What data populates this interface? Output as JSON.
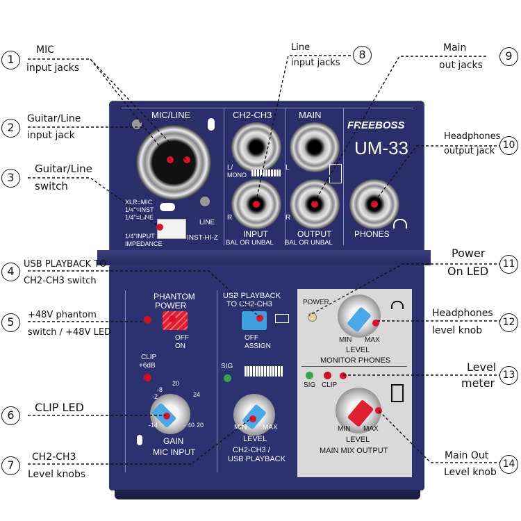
{
  "brand": "FREEBOSS",
  "model": "UM-33",
  "panel": {
    "mic_line": "MIC/LINE",
    "ch23": "CH2-CH3",
    "main": "MAIN",
    "xlr_mic": "XLR=MIC",
    "inst": "1/4\"=INST",
    "line_lbl": "1/4\"=LINE",
    "impedance": "1/4\"INPUT",
    "impedance2": "IMPEDANCE",
    "line": "LINE",
    "inst_hiz": "INST-HI-Z",
    "l_mono": "L/",
    "mono": "MONO",
    "l": "L",
    "r": "R",
    "input": "INPUT",
    "input_sub": "BAL OR UNBAL",
    "output": "OUTPUT",
    "output_sub": "BAL OR UNBAL",
    "phones": "PHONES",
    "phantom": "PHANTOM",
    "power_lbl": "POWER",
    "off": "OFF",
    "on": "ON",
    "usb_pb": "USB PLAYBACK",
    "to_ch23": "TO CH2-CH3",
    "assign": "ASSIGN",
    "clip": "CLIP",
    "plus6": "+6dB",
    "sig": "SIG",
    "gain": "GAIN",
    "mic_input": "MIC INPUT",
    "level": "LEVEL",
    "min": "MIN",
    "max": "MAX",
    "ch23_usb": "CH2-CH3 /",
    "usb_playback": "USB PLAYBACK",
    "power": "POWER",
    "monitor_phones": "MONITOR PHONES",
    "clip2": "CLIP",
    "main_mix": "MAIN MIX OUTPUT",
    "g_n14": "-14",
    "g_n8": "-8",
    "g_n2": "-2",
    "g_20": "20",
    "g_24": "24",
    "g_40": "40",
    "g_20b": "20"
  },
  "callouts": [
    {
      "n": "1",
      "l1": "MIC",
      "l2": "input jacks"
    },
    {
      "n": "2",
      "l1": "Guitar/Line",
      "l2": "input jack"
    },
    {
      "n": "3",
      "l1": "Guitar/Line",
      "l2": "switch"
    },
    {
      "n": "4",
      "l1": "USB PLAYBACK TO",
      "l2": "CH2-CH3 switch"
    },
    {
      "n": "5",
      "l1": "+48V phantom",
      "l2": "switch / +48V LED"
    },
    {
      "n": "6",
      "l1": "CLIP LED",
      "l2": ""
    },
    {
      "n": "7",
      "l1": "CH2-CH3",
      "l2": "Level knobs"
    },
    {
      "n": "8",
      "l1": "Line",
      "l2": "input jacks"
    },
    {
      "n": "9",
      "l1": "Main",
      "l2": "out jacks"
    },
    {
      "n": "10",
      "l1": "Headphones",
      "l2": "output jack"
    },
    {
      "n": "11",
      "l1": "Power",
      "l2": "On LED"
    },
    {
      "n": "12",
      "l1": "Headphones",
      "l2": "level knob"
    },
    {
      "n": "13",
      "l1": "Level",
      "l2": "meter"
    },
    {
      "n": "14",
      "l1": "Main Out",
      "l2": "Level knob"
    }
  ],
  "colors": {
    "panel": "#2a2f6b",
    "callout_dot": "#e0102a",
    "phantom_button": "#e02030",
    "usb_button": "#3fa0e0",
    "main_knob": "#e02030",
    "knob_cap": "#49a8e8"
  }
}
